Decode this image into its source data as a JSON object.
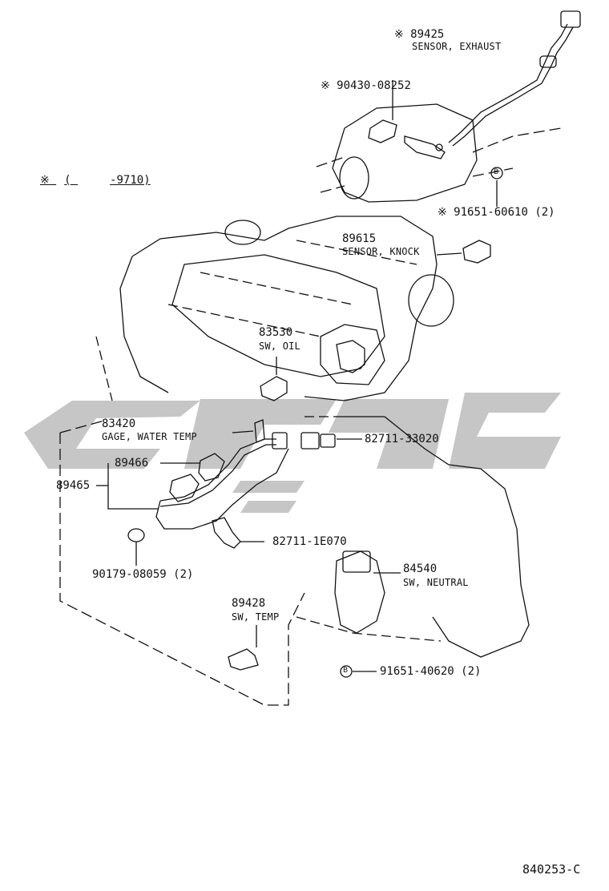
{
  "legend": {
    "mark": "※",
    "open": "(",
    "range": "-9710)"
  },
  "watermark": {
    "color": "#b8b8b8"
  },
  "colors": {
    "line": "#111111",
    "background": "#ffffff"
  },
  "bolt_mark": "B",
  "callouts": [
    {
      "id": "89425",
      "mark": "※",
      "desc": "SENSOR, EXHAUST"
    },
    {
      "id": "90430-08252",
      "mark": "※"
    },
    {
      "id": "91651-60610 (2)",
      "mark": "※"
    },
    {
      "id": "89615",
      "desc": "SENSOR, KNOCK"
    },
    {
      "id": "83530",
      "desc": "SW, OIL"
    },
    {
      "id": "83420",
      "desc": "GAGE, WATER TEMP"
    },
    {
      "id": "89466"
    },
    {
      "id": "89465"
    },
    {
      "id": "82711-33020"
    },
    {
      "id": "82711-1E070"
    },
    {
      "id": "90179-08059 (2)"
    },
    {
      "id": "84540",
      "desc": "SW, NEUTRAL"
    },
    {
      "id": "89428",
      "desc": "SW, TEMP"
    },
    {
      "id": "91651-40620 (2)"
    }
  ],
  "figure_code": "840253-C"
}
